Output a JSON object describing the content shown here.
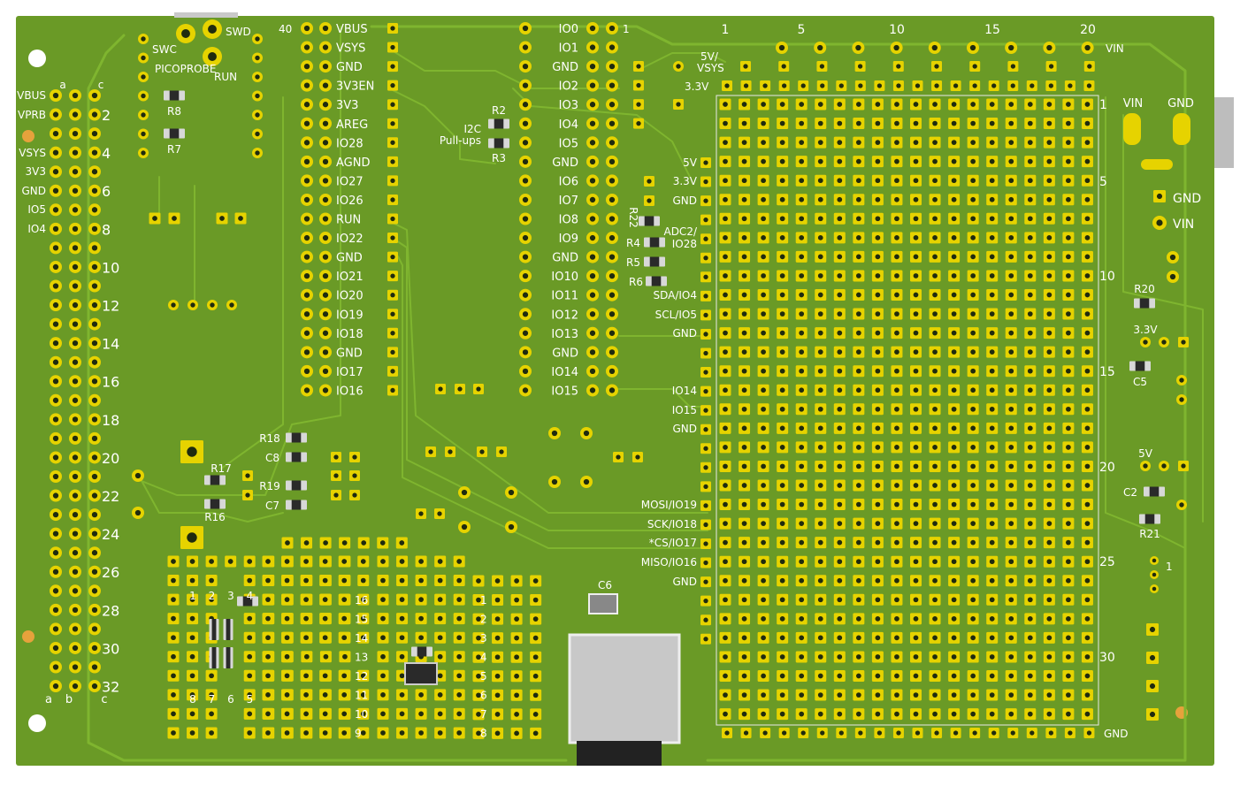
{
  "colors": {
    "board": "#6a9a26",
    "board_edge": "#5a8a20",
    "trace": "#7fb52f",
    "pad": "#e6d300",
    "pad_hole": "#1f2b0f",
    "silk": "#ffffff",
    "background": "#ffffff"
  },
  "pico_left": {
    "pin_number": "40",
    "pins": [
      "VBUS",
      "VSYS",
      "GND",
      "3V3EN",
      "3V3",
      "AREG",
      "IO28",
      "AGND",
      "IO27",
      "IO26",
      "RUN",
      "IO22",
      "GND",
      "IO21",
      "IO20",
      "IO19",
      "IO18",
      "GND",
      "IO17",
      "IO16"
    ]
  },
  "pico_right": {
    "pin_number": "1",
    "pins": [
      "IO0",
      "IO1",
      "GND",
      "IO2",
      "IO3",
      "IO4",
      "IO5",
      "GND",
      "IO6",
      "IO7",
      "IO8",
      "IO9",
      "GND",
      "IO10",
      "IO11",
      "IO12",
      "IO13",
      "GND",
      "IO14",
      "IO15"
    ]
  },
  "connector_left": {
    "col_labels": [
      "a",
      "c"
    ],
    "bottom_labels": [
      "a",
      "b",
      "c"
    ],
    "side_labels": [
      "VBUS",
      "VPRB",
      "VSYS",
      "3V3",
      "GND",
      "IO5",
      "IO4"
    ],
    "row_numbers": [
      "2",
      "4",
      "6",
      "8",
      "10",
      "12",
      "14",
      "16",
      "18",
      "20",
      "22",
      "24",
      "26",
      "28",
      "30",
      "32"
    ]
  },
  "probe": {
    "swc": "SWC",
    "swd": "SWD",
    "picoprobe": "PICOPROBE",
    "run": "RUN",
    "r8": "R8",
    "r7": "R7"
  },
  "i2c": {
    "label1": "I2C",
    "label2": "Pull-ups",
    "r2": "R2",
    "r3": "R3"
  },
  "proto_grid": {
    "col_numbers": [
      "1",
      "5",
      "10",
      "15",
      "20"
    ],
    "row_numbers": [
      "1",
      "5",
      "10",
      "15",
      "20",
      "25",
      "30"
    ],
    "vin": "VIN",
    "gnd": "GND",
    "rail_5v": "5V/",
    "rail_vsys": "VSYS",
    "rail_3v3": "3.3V"
  },
  "side_labels": [
    "5V",
    "3.3V",
    "GND",
    "ADC2/",
    "IO28",
    "SDA/IO4",
    "SCL/IO5",
    "GND",
    "IO14",
    "IO15",
    "GND",
    "MOSI/IO19",
    "SCK/IO18",
    "*CS/IO17",
    "MISO/IO16",
    "GND"
  ],
  "components": {
    "r22": "R22",
    "r4": "R4",
    "r5": "R5",
    "r6": "R6",
    "r18": "R18",
    "c8": "C8",
    "r19": "R19",
    "c7": "C7",
    "r17": "R17",
    "r16": "R16",
    "c6": "C6"
  },
  "power": {
    "vin": "VIN",
    "gnd": "GND",
    "gnd2": "GND",
    "vin2": "VIN",
    "r20": "R20",
    "v33": "3.3V",
    "c5": "C5",
    "v5": "5V",
    "c2": "C2",
    "r21": "R21",
    "pin1": "1"
  },
  "dip": {
    "top_numbers": [
      "1",
      "2",
      "3",
      "4"
    ],
    "bottom_numbers": [
      "8",
      "7",
      "6",
      "5"
    ],
    "right_numbers": [
      "16",
      "15",
      "14",
      "13",
      "12",
      "11",
      "10",
      "9"
    ],
    "right2_numbers": [
      "1",
      "2",
      "3",
      "4",
      "5",
      "6",
      "7",
      "8"
    ]
  }
}
